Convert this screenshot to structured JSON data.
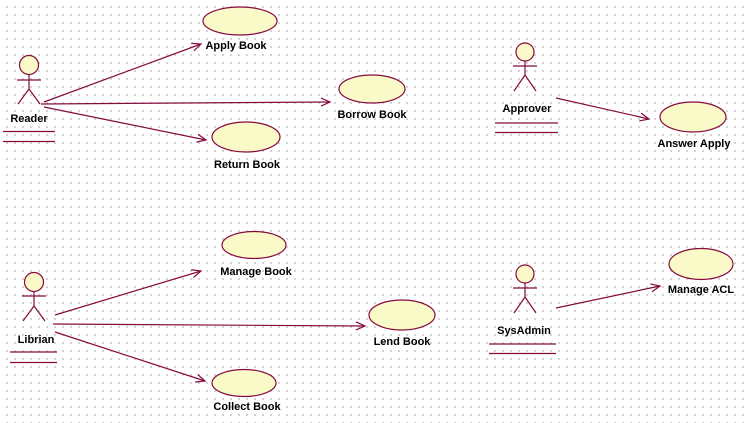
{
  "diagram": {
    "kind": "uml-use-case-diagram"
  },
  "colors": {
    "line": "#850a3e",
    "shape_fill": "#fafac8",
    "grid_dot": "#c4c4c4",
    "background": "#ffffff",
    "text": "#000000"
  },
  "actors": [
    {
      "id": "reader",
      "name": "Reader"
    },
    {
      "id": "approver",
      "name": "Approver"
    },
    {
      "id": "librian",
      "name": "Librian"
    },
    {
      "id": "sysadmin",
      "name": "SysAdmin"
    }
  ],
  "use_cases": [
    {
      "id": "apply-book",
      "name": "Apply Book"
    },
    {
      "id": "borrow-book",
      "name": "Borrow Book"
    },
    {
      "id": "return-book",
      "name": "Return Book"
    },
    {
      "id": "answer-apply",
      "name": "Answer Apply"
    },
    {
      "id": "manage-book",
      "name": "Manage Book"
    },
    {
      "id": "lend-book",
      "name": "Lend Book"
    },
    {
      "id": "collect-book",
      "name": "Collect Book"
    },
    {
      "id": "manage-acl",
      "name": "Manage ACL"
    }
  ],
  "associations": [
    {
      "from": "Reader",
      "to": "Apply Book"
    },
    {
      "from": "Reader",
      "to": "Borrow Book"
    },
    {
      "from": "Reader",
      "to": "Return Book"
    },
    {
      "from": "Approver",
      "to": "Answer Apply"
    },
    {
      "from": "Librian",
      "to": "Manage Book"
    },
    {
      "from": "Librian",
      "to": "Lend Book"
    },
    {
      "from": "Librian",
      "to": "Collect Book"
    },
    {
      "from": "SysAdmin",
      "to": "Manage ACL"
    }
  ]
}
